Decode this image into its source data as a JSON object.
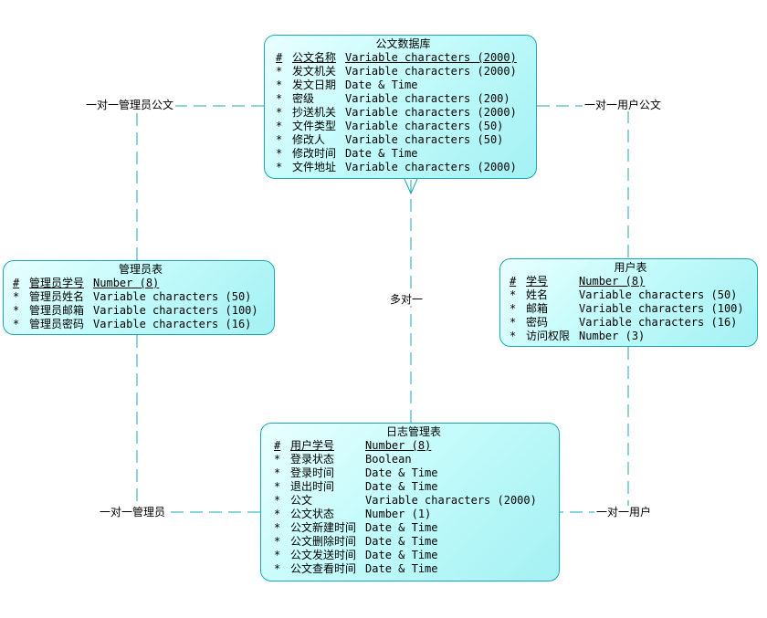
{
  "entities": {
    "doc": {
      "name": "公文数据库",
      "attributes": [
        {
          "mark": "#",
          "name": "公文名称",
          "type": "Variable characters (2000)",
          "pk": true
        },
        {
          "mark": "*",
          "name": "发文机关",
          "type": "Variable characters (2000)"
        },
        {
          "mark": "*",
          "name": "发文日期",
          "type": "Date & Time"
        },
        {
          "mark": "*",
          "name": "密级",
          "type": "Variable characters (200)"
        },
        {
          "mark": "*",
          "name": "抄送机关",
          "type": "Variable characters (2000)"
        },
        {
          "mark": "*",
          "name": "文件类型",
          "type": "Variable characters (50)"
        },
        {
          "mark": "*",
          "name": "修改人",
          "type": "Variable characters (50)"
        },
        {
          "mark": "*",
          "name": "修改时间",
          "type": "Date & Time"
        },
        {
          "mark": "*",
          "name": "文件地址",
          "type": "Variable characters (2000)"
        }
      ]
    },
    "admin": {
      "name": "管理员表",
      "attributes": [
        {
          "mark": "#",
          "name": "管理员学号",
          "type": "Number (8)",
          "pk": true
        },
        {
          "mark": "*",
          "name": "管理员姓名",
          "type": "Variable characters (50)"
        },
        {
          "mark": "*",
          "name": "管理员邮箱",
          "type": "Variable characters (100)"
        },
        {
          "mark": "*",
          "name": "管理员密码",
          "type": "Variable characters (16)"
        }
      ]
    },
    "user": {
      "name": "用户表",
      "attributes": [
        {
          "mark": "#",
          "name": "学号",
          "type": "Number (8)",
          "pk": true
        },
        {
          "mark": "*",
          "name": "姓名",
          "type": "Variable characters (50)"
        },
        {
          "mark": "*",
          "name": "邮箱",
          "type": "Variable characters (100)"
        },
        {
          "mark": "*",
          "name": "密码",
          "type": "Variable characters (16)"
        },
        {
          "mark": "*",
          "name": "访问权限",
          "type": "Number (3)"
        }
      ]
    },
    "log": {
      "name": "日志管理表",
      "attributes": [
        {
          "mark": "#",
          "name": "用户学号",
          "type": "Number (8)",
          "pk": true
        },
        {
          "mark": "*",
          "name": "登录状态",
          "type": "Boolean"
        },
        {
          "mark": "*",
          "name": "登录时间",
          "type": "Date & Time"
        },
        {
          "mark": "*",
          "name": "退出时间",
          "type": "Date & Time"
        },
        {
          "mark": "*",
          "name": "公文",
          "type": "Variable characters (2000)"
        },
        {
          "mark": "*",
          "name": "公文状态",
          "type": "Number (1)"
        },
        {
          "mark": "*",
          "name": "公文新建时间",
          "type": "Date & Time"
        },
        {
          "mark": "*",
          "name": "公文删除时间",
          "type": "Date & Time"
        },
        {
          "mark": "*",
          "name": "公文发送时间",
          "type": "Date & Time"
        },
        {
          "mark": "*",
          "name": "公文查看时间",
          "type": "Date & Time"
        }
      ]
    }
  },
  "relationships": {
    "admin_doc": "一对一管理员公文",
    "user_doc": "一对一用户公文",
    "log_doc": "多对一",
    "admin_log": "一对一管理员",
    "user_log": "一对一用户"
  },
  "colors": {
    "entity_border": "#1aa8b0",
    "link": "#1aa8b0"
  }
}
